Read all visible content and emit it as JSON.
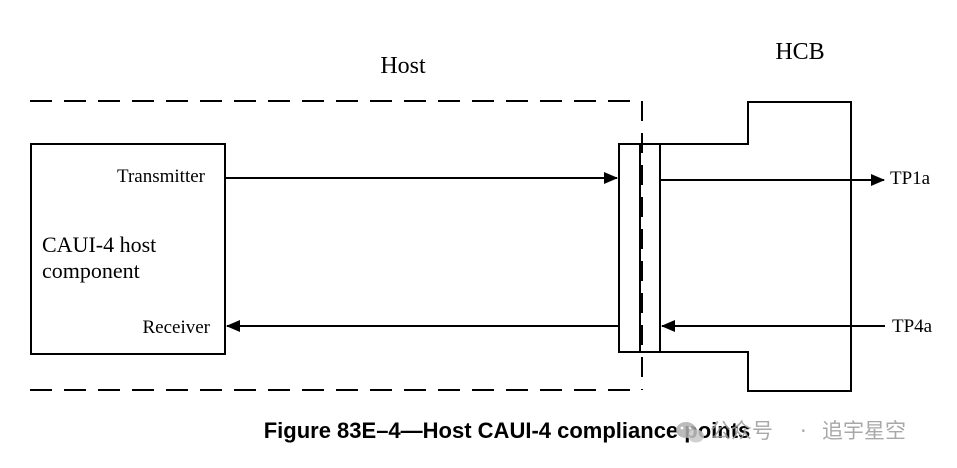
{
  "labels": {
    "host": "Host",
    "hcb": "HCB",
    "transmitter": "Transmitter",
    "receiver": "Receiver",
    "component_line1": "CAUI-4 host",
    "component_line2": "component",
    "tp1a": "TP1a",
    "tp4a": "TP4a"
  },
  "caption": "Figure 83E–4—Host CAUI-4 compliance points",
  "watermark": {
    "source": "公众号",
    "separator": "·",
    "name": "追宇星空"
  }
}
